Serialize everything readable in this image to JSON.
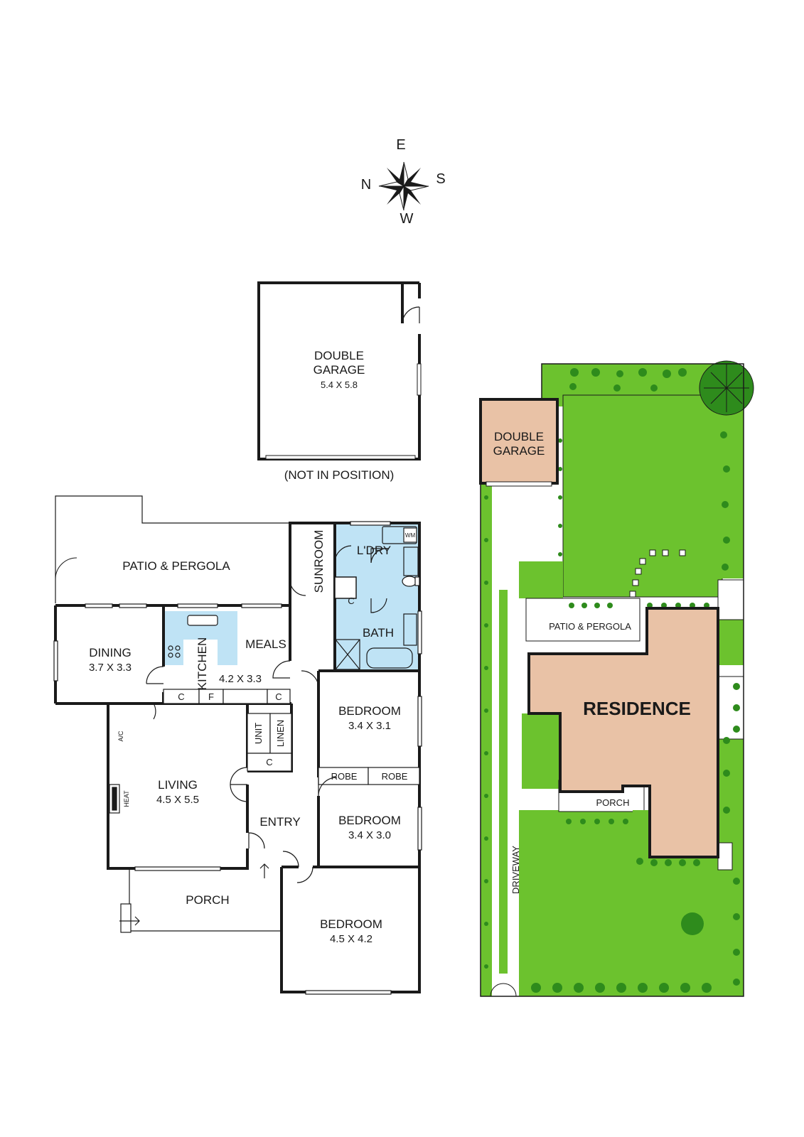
{
  "compass": {
    "n": "N",
    "s": "S",
    "e": "E",
    "w": "W"
  },
  "plan": {
    "garage": {
      "name1": "DOUBLE",
      "name2": "GARAGE",
      "dims": "5.4 X 5.8",
      "note": "(NOT IN POSITION)"
    },
    "patio": "PATIO & PERGOLA",
    "sunroom": "SUNROOM",
    "laundry": "L'DRY",
    "wm": "WM",
    "bath": "BATH",
    "dining": {
      "name": "DINING",
      "dims": "3.7 X 3.3"
    },
    "kitchen": {
      "name": "KITCHEN",
      "dims": "4.2 X 3.3"
    },
    "meals": "MEALS",
    "living": {
      "name": "LIVING",
      "dims": "4.5 X 5.5"
    },
    "ac": "A/C",
    "heat": "HEAT",
    "unit": "UNIT",
    "linen": "LINEN",
    "c": "C",
    "f": "F",
    "entry": "ENTRY",
    "porch": "PORCH",
    "robe": "ROBE",
    "bedroom": "BEDROOM",
    "bed1_dims": "3.4 X 3.1",
    "bed2_dims": "3.4 X 3.0",
    "bed3_dims": "4.5 X 4.2"
  },
  "site": {
    "garage1": "DOUBLE",
    "garage2": "GARAGE",
    "patio": "PATIO & PERGOLA",
    "residence": "RESIDENCE",
    "porch": "PORCH",
    "driveway": "DRIVEWAY"
  },
  "colors": {
    "wall": "#1a1a1a",
    "wet": "#bfe3f5",
    "lawn": "#6cc22e",
    "shrub": "#2e8b1c",
    "building": "#e9c2a6"
  }
}
